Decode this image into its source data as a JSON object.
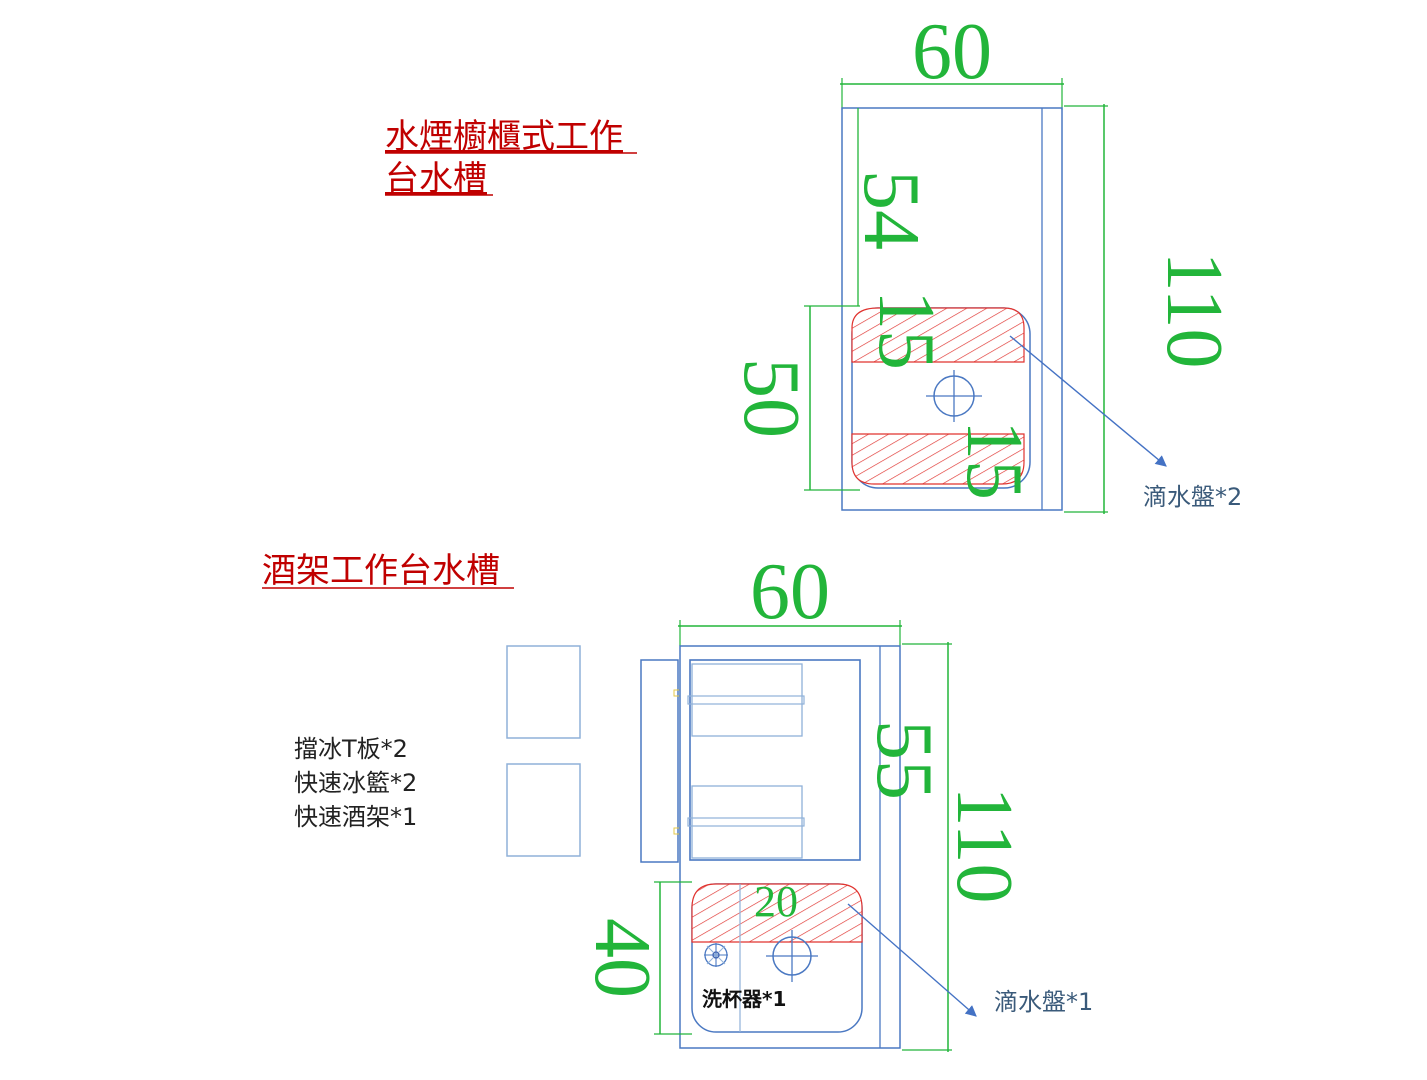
{
  "colors": {
    "dimension": "#22b53a",
    "outline": "#4a78c2",
    "hatch": "#e0332f",
    "title": "#c00000",
    "note": "#3a5a7a",
    "leader": "#4472c4"
  },
  "top_plan": {
    "title_line1": "水煙櫥櫃式工作",
    "title_line2": "台水槽",
    "dim_width": "60",
    "dim_depth": "110",
    "dim_upper": "54",
    "dim_sink": "50",
    "dim_tray_top": "15",
    "dim_tray_bottom": "15",
    "drip_tray_label": "滴水盤*2"
  },
  "bottom_plan": {
    "title": "酒架工作台水槽",
    "dim_width": "60",
    "dim_depth": "110",
    "dim_upper": "55",
    "dim_sink": "40",
    "dim_tray": "20",
    "accessories": [
      "擋冰T板*2",
      "快速冰籃*2",
      "快速酒架*1"
    ],
    "glass_washer_label": "洗杯器*1",
    "drip_tray_label": "滴水盤*1"
  }
}
